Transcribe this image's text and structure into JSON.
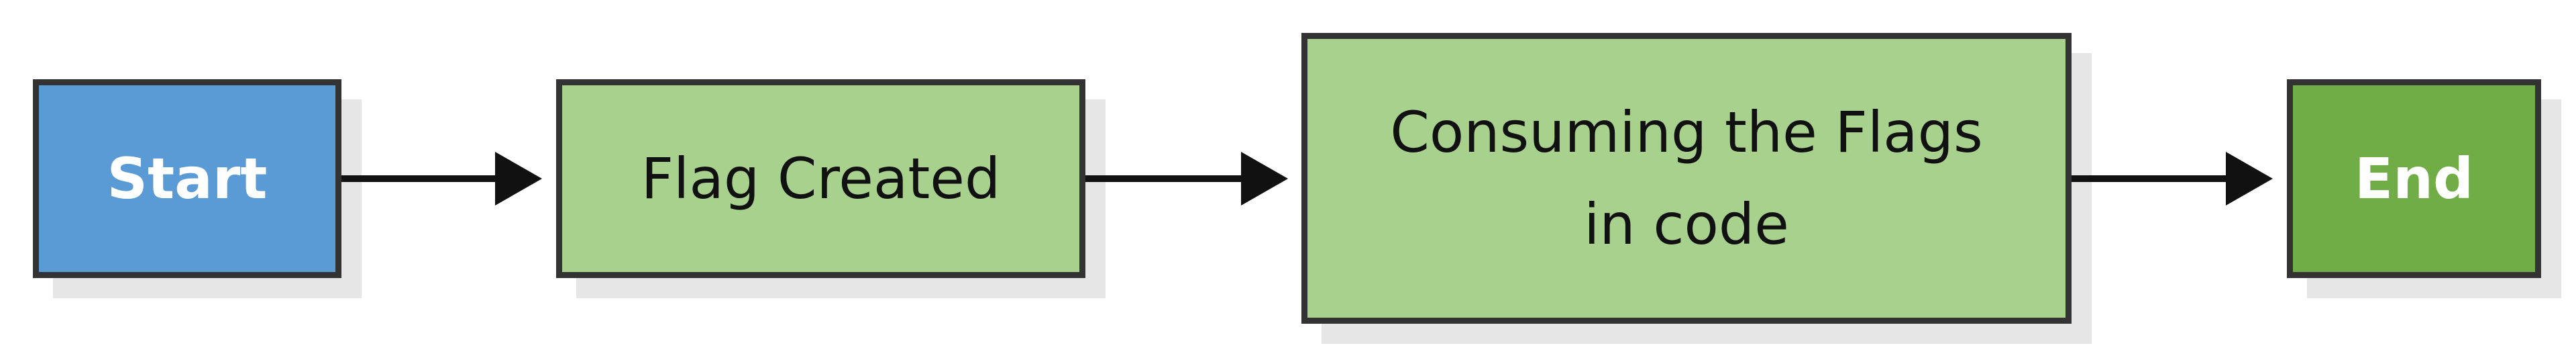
{
  "nodes": [
    {
      "id": "start",
      "label": "Start",
      "fill": "#5b9bd5",
      "text_color": "#ffffff"
    },
    {
      "id": "flag-created",
      "label": "Flag Created",
      "fill": "#a9d18e",
      "text_color": "#111111"
    },
    {
      "id": "consuming",
      "label": "Consuming the Flags\nin code",
      "fill": "#a9d18e",
      "text_color": "#111111"
    },
    {
      "id": "end",
      "label": "End",
      "fill": "#70ad47",
      "text_color": "#ffffff"
    }
  ],
  "edges": [
    {
      "from": "start",
      "to": "flag-created"
    },
    {
      "from": "flag-created",
      "to": "consuming"
    },
    {
      "from": "consuming",
      "to": "end"
    }
  ],
  "colors": {
    "border": "#333333",
    "arrow": "#111111",
    "shadow": "#e6e6e6"
  }
}
